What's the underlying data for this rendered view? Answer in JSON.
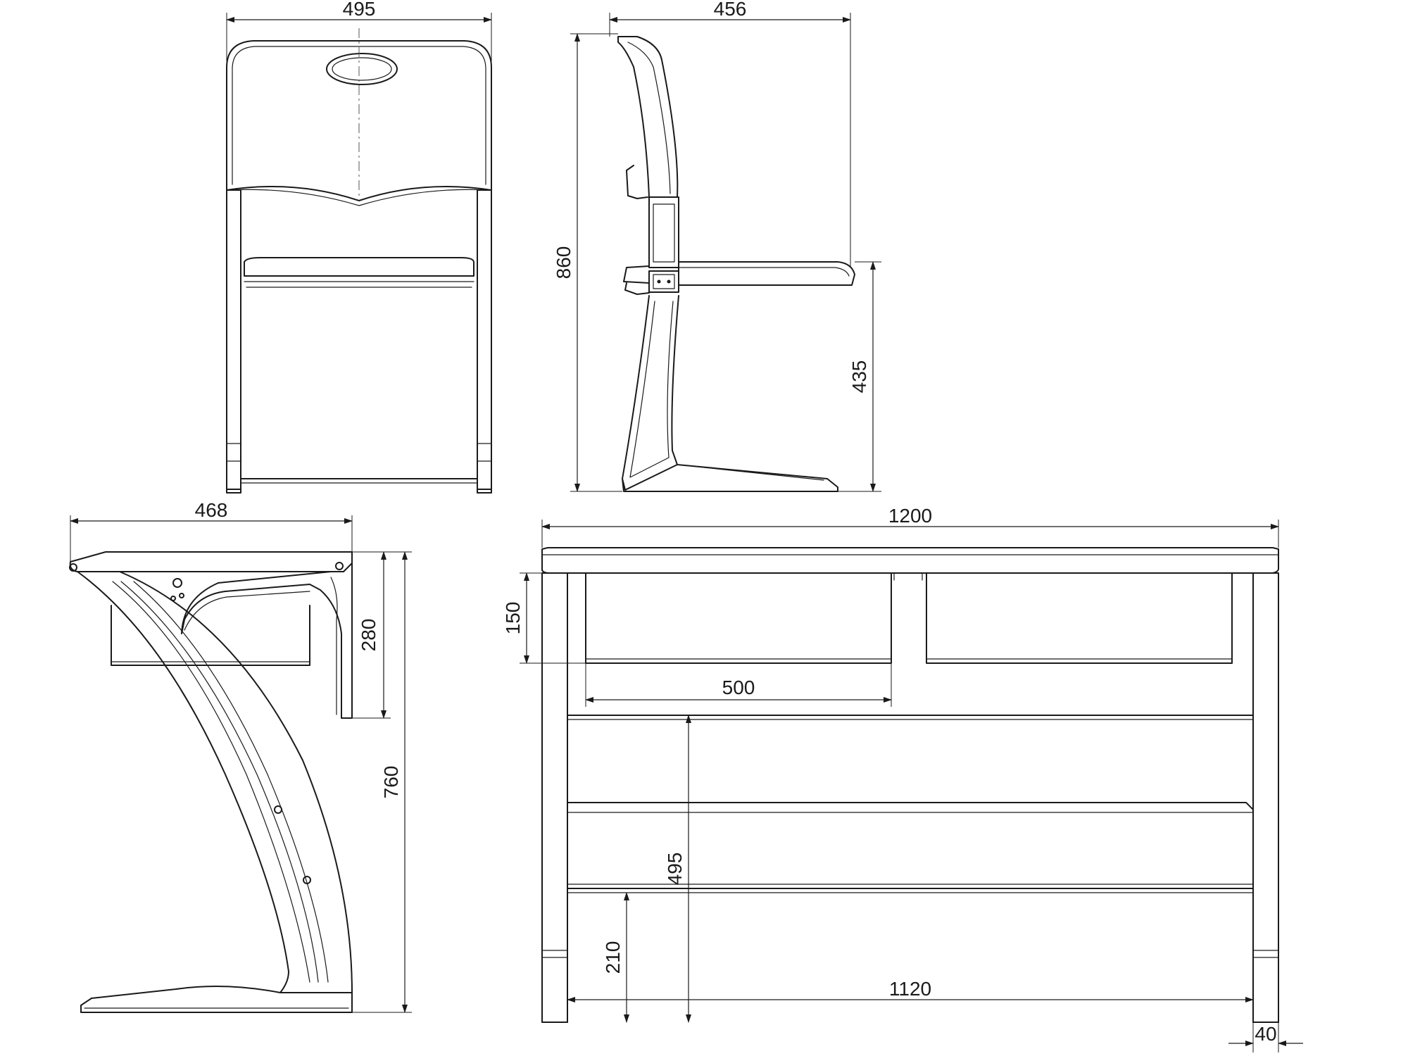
{
  "views": {
    "chair_front": {
      "width_label": "495"
    },
    "chair_side": {
      "depth_label": "456",
      "height_label": "860",
      "seat_height_label": "435"
    },
    "desk_side": {
      "depth_label": "468",
      "drawer_height_label": "280",
      "height_label": "760"
    },
    "desk_front": {
      "width_label": "1200",
      "drawer_depth_label": "150",
      "drawer_width_label": "500",
      "knee_height_label": "495",
      "footrest_height_label": "210",
      "inner_width_label": "1120",
      "leg_width_label": "40"
    }
  }
}
